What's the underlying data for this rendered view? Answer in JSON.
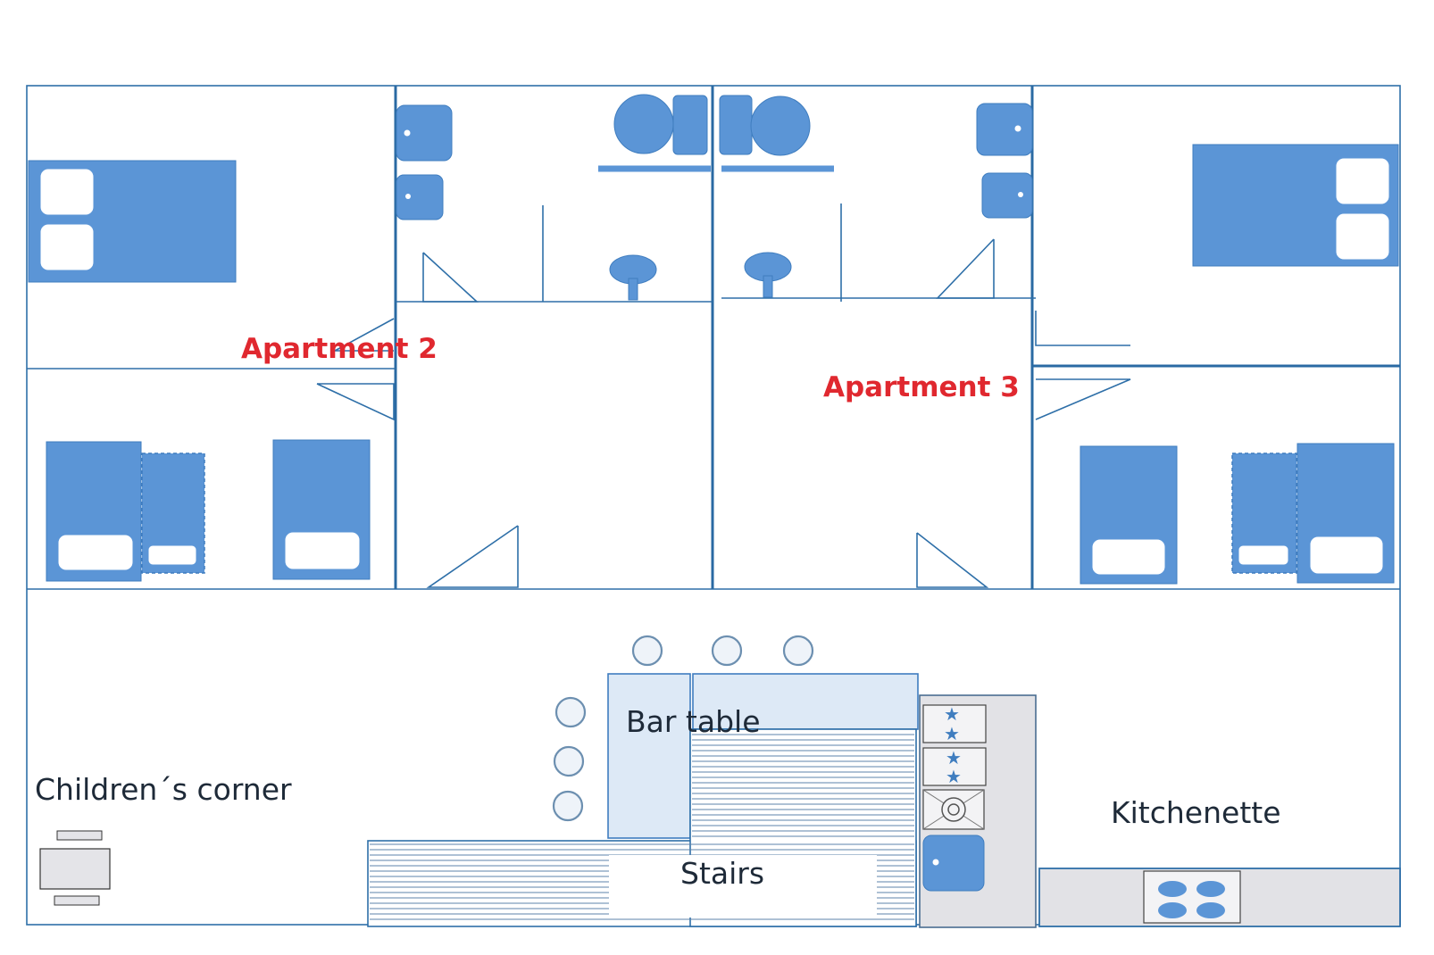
{
  "labels": {
    "apartment_2": "Apartment 2",
    "apartment_3": "Apartment 3",
    "bar_table": "Bar table",
    "childrens_corner": "Children´s corner",
    "stairs": "Stairs",
    "kitchenette": "Kitchenette"
  },
  "icons": {
    "fridge_symbol": "star-icon",
    "stove_symbol": "cooktop-icon",
    "oven_symbol": "oven-icon"
  },
  "colors": {
    "wall": "#2e6fa8",
    "furniture": "#5b95d6",
    "apartment_label": "#e0282f",
    "room_label": "#1e2a38",
    "bar_table_fill": "#dde9f6",
    "kitchen_counter": "#e2e2e6"
  }
}
